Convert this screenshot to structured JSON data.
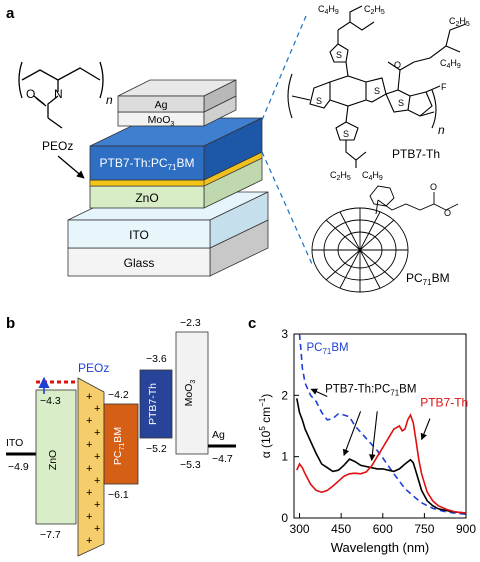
{
  "panels": {
    "a": "a",
    "b": "b",
    "c": "c"
  },
  "device": {
    "peoz_label": "PEOz",
    "peoz_repeat": "n",
    "layers": {
      "ag": "Ag",
      "moo3_base": "MoO",
      "moo3_sub": "3",
      "active_a": "PTB7-Th:PC",
      "active_sub": "71",
      "active_b": "BM",
      "zno": "ZnO",
      "ito": "ITO",
      "glass": "Glass"
    },
    "ptb7_name": "PTB7-Th",
    "ptb7_repeat": "n",
    "ptb7_groups": {
      "c4h9_top_a": "C",
      "c4h9_top_a_sub": "4",
      "c4h9_top_b": "H",
      "c4h9_top_b_sub": "9",
      "c2h5_top_a": "C",
      "c2h5_top_a_sub": "2",
      "c2h5_top_b": "H",
      "c2h5_top_b_sub": "5",
      "c2h5_bot_a": "C",
      "c2h5_bot_a_sub": "2",
      "c2h5_bot_b": "H",
      "c2h5_bot_b_sub": "5",
      "c4h9_bot_a": "C",
      "c4h9_bot_a_sub": "4",
      "c4h9_bot_b": "H",
      "c4h9_bot_b_sub": "9",
      "f": "F",
      "s": "S",
      "o": "O"
    },
    "pcbm_name_a": "PC",
    "pcbm_name_sub": "71",
    "pcbm_name_b": "BM"
  },
  "energy": {
    "ito": "ITO",
    "ito_val": "−4.9",
    "zno": "ZnO",
    "zno_top": "−4.3",
    "zno_bot": "−7.7",
    "peoz": "PEOz",
    "pcbm_a": "PC",
    "pcbm_sub": "71",
    "pcbm_b": "BM",
    "pcbm_top": "−4.2",
    "pcbm_bot": "−6.1",
    "ptb7": "PTB7-Th",
    "ptb7_top": "−3.6",
    "ptb7_bot": "−5.2",
    "moo3_a": "MoO",
    "moo3_sub": "3",
    "moo3_top": "−2.3",
    "moo3_bot": "−5.3",
    "ag": "Ag",
    "ag_val": "−4.7",
    "plus": "+"
  },
  "chart_data": {
    "type": "line",
    "xlabel": "Wavelength (nm)",
    "ylabel_a": "α (10",
    "ylabel_sup": "5",
    "ylabel_b": " cm",
    "ylabel_sup2": "−1",
    "ylabel_c": ")",
    "xlim": [
      280,
      900
    ],
    "ylim": [
      0,
      3
    ],
    "xticks": [
      300,
      450,
      600,
      750,
      900
    ],
    "yticks": [
      0,
      1,
      2,
      3
    ],
    "series": [
      {
        "name_a": "PC",
        "name_sub": "71",
        "name_b": "BM",
        "color": "#1f3fd6",
        "dash": true,
        "x": [
          300,
          305,
          310,
          320,
          340,
          360,
          380,
          400,
          420,
          440,
          460,
          480,
          500,
          520,
          540,
          560,
          580,
          600,
          620,
          640,
          660,
          680,
          700,
          720,
          740,
          760,
          780,
          800,
          830,
          860,
          900
        ],
        "y": [
          3.0,
          2.75,
          2.45,
          2.2,
          2.0,
          1.9,
          1.72,
          1.6,
          1.62,
          1.7,
          1.68,
          1.65,
          1.5,
          1.4,
          1.3,
          1.2,
          1.1,
          0.98,
          0.85,
          0.72,
          0.6,
          0.48,
          0.4,
          0.32,
          0.25,
          0.2,
          0.16,
          0.13,
          0.1,
          0.08,
          0.06
        ]
      },
      {
        "name": "PTB7-Th:PC",
        "name_sub": "71",
        "name_b": "BM",
        "color": "#000000",
        "dash": false,
        "x": [
          290,
          300,
          310,
          320,
          340,
          360,
          380,
          400,
          420,
          440,
          460,
          480,
          500,
          520,
          540,
          560,
          580,
          600,
          620,
          640,
          660,
          680,
          700,
          710,
          720,
          740,
          760,
          780,
          800,
          830,
          860,
          900
        ],
        "y": [
          1.95,
          1.72,
          1.6,
          1.45,
          1.25,
          1.05,
          0.88,
          0.82,
          0.76,
          0.78,
          0.86,
          0.96,
          0.92,
          0.86,
          0.84,
          0.82,
          0.8,
          0.8,
          0.78,
          0.76,
          0.8,
          0.88,
          0.95,
          0.9,
          0.75,
          0.45,
          0.28,
          0.2,
          0.15,
          0.12,
          0.1,
          0.08
        ]
      },
      {
        "name": "PTB7-Th",
        "color": "#e01010",
        "dash": false,
        "x": [
          290,
          300,
          310,
          320,
          340,
          360,
          380,
          400,
          420,
          440,
          460,
          480,
          500,
          520,
          540,
          560,
          580,
          600,
          620,
          640,
          660,
          670,
          680,
          690,
          700,
          710,
          720,
          730,
          740,
          760,
          780,
          800,
          830,
          860,
          900
        ],
        "y": [
          0.78,
          0.88,
          0.82,
          0.72,
          0.55,
          0.45,
          0.42,
          0.45,
          0.52,
          0.6,
          0.68,
          0.72,
          0.73,
          0.72,
          0.75,
          0.85,
          1.0,
          1.15,
          1.3,
          1.45,
          1.5,
          1.42,
          1.45,
          1.6,
          1.68,
          1.55,
          1.25,
          0.95,
          0.72,
          0.42,
          0.28,
          0.2,
          0.14,
          0.1,
          0.08
        ]
      }
    ],
    "labels": {
      "pcbm": {
        "a": "PC",
        "sub": "71",
        "b": "BM"
      },
      "blend": {
        "a": "PTB7-Th:PC",
        "sub": "71",
        "b": "BM"
      },
      "ptb7": "PTB7-Th"
    }
  }
}
